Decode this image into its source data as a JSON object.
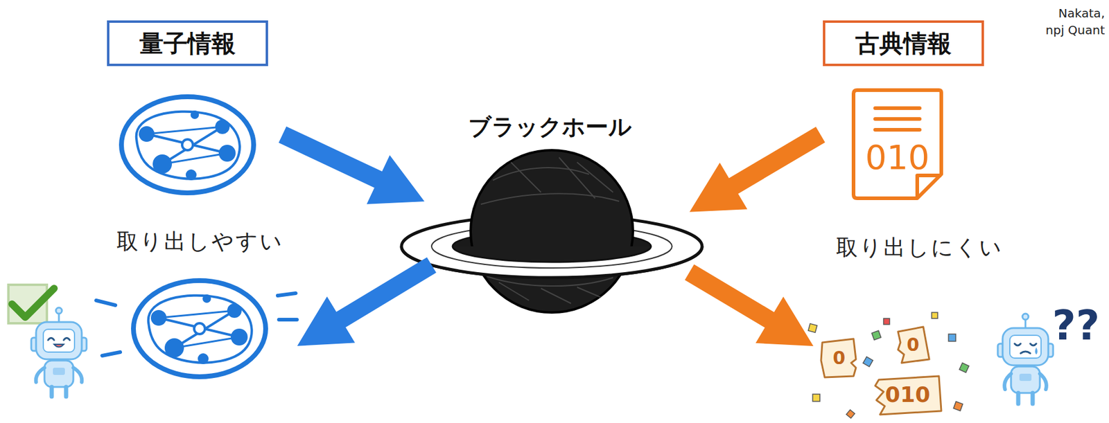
{
  "diagram": {
    "nodes": [
      {
        "text": [
          "量子情報"
        ]
      },
      {
        "text": [
          "古典情報"
        ]
      }
    ],
    "labels": [
      "Nakata,",
      "npj Quant",
      "ブラックホール",
      "010",
      "取り出しやすい",
      "取り出しにくい",
      "0",
      "0",
      "010",
      "??"
    ]
  }
}
